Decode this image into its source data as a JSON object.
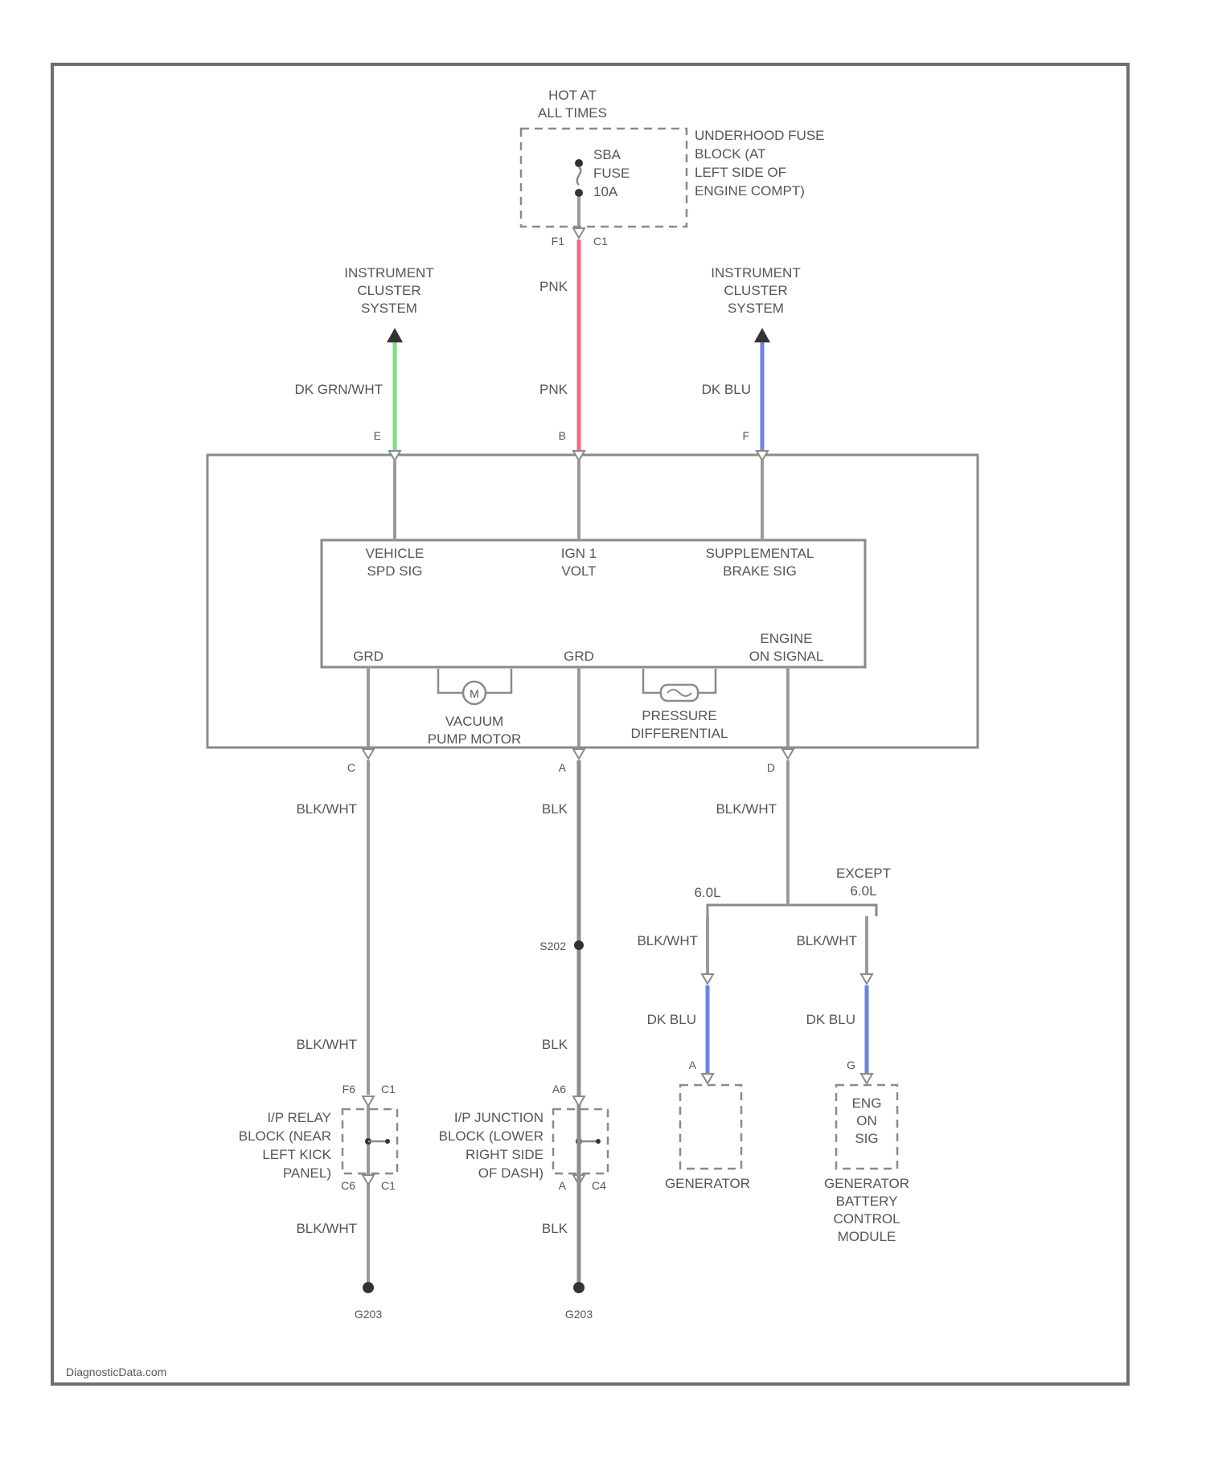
{
  "source": {
    "header_line1": "HOT AT",
    "header_line2": "ALL TIMES",
    "fuse_line1": "SBA",
    "fuse_line2": "FUSE",
    "fuse_line3": "10A",
    "block_line1": "UNDERHOOD FUSE",
    "block_line2": "BLOCK (AT",
    "block_line3": "LEFT SIDE OF",
    "block_line4": "ENGINE COMPT)",
    "pin_left": "F1",
    "pin_right": "C1"
  },
  "targets": {
    "left_line1": "INSTRUMENT",
    "left_line2": "CLUSTER",
    "left_line3": "SYSTEM",
    "right_line1": "INSTRUMENT",
    "right_line2": "CLUSTER",
    "right_line3": "SYSTEM"
  },
  "wires": {
    "pink_top": "PNK",
    "pink_mid": "PNK",
    "green": "DK GRN/WHT",
    "blue": "DK BLU",
    "left_main": "BLK/WHT",
    "center_main": "BLK",
    "right_main": "BLK/WHT",
    "branch_left": "BLK/WHT",
    "branch_right": "BLK/WHT",
    "branch_left_blue": "DK BLU",
    "branch_right_blue": "DK BLU",
    "left_low": "BLK/WHT",
    "center_low": "BLK",
    "left_bottom": "BLK/WHT",
    "center_bottom": "BLK"
  },
  "module": {
    "pin_e": "E",
    "pin_b": "B",
    "pin_f": "F",
    "pin_c": "C",
    "pin_a": "A",
    "pin_d": "D",
    "label1_line1": "VEHICLE",
    "label1_line2": "SPD SIG",
    "label2_line1": "IGN 1",
    "label2_line2": "VOLT",
    "label3_line1": "SUPPLEMENTAL",
    "label3_line2": "BRAKE SIG",
    "gnd1": "GRD",
    "gnd2": "GRD",
    "engine_line1": "ENGINE",
    "engine_line2": "ON SIGNAL",
    "motor_symbol": "M",
    "motor_line1": "VACUUM",
    "motor_line2": "PUMP MOTOR",
    "press_line1": "PRESSURE",
    "press_line2": "DIFFERENTIAL"
  },
  "branch": {
    "left_label": "6.0L",
    "right_line1": "EXCEPT",
    "right_line2": "6.0L"
  },
  "splice": {
    "label": "S202"
  },
  "left_junction": {
    "pin_top_left": "F6",
    "pin_top_right": "C1",
    "pin_bot_left": "C6",
    "pin_bot_right": "C1",
    "line1": "I/P RELAY",
    "line2": "BLOCK (NEAR",
    "line3": "LEFT KICK",
    "line4": "PANEL)"
  },
  "center_junction": {
    "pin_top": "A6",
    "pin_bot_left": "A",
    "pin_bot_right": "C4",
    "line1": "I/P JUNCTION",
    "line2": "BLOCK (LOWER",
    "line3": "RIGHT SIDE",
    "line4": "OF DASH)"
  },
  "generator": {
    "pin": "A",
    "label": "GENERATOR"
  },
  "gbcm": {
    "pin": "G",
    "inner1": "ENG",
    "inner2": "ON",
    "inner3": "SIG",
    "line1": "GENERATOR",
    "line2": "BATTERY",
    "line3": "CONTROL",
    "line4": "MODULE"
  },
  "grounds": {
    "left": "G203",
    "right": "G203"
  },
  "watermark": "DiagnosticData.com",
  "colors": {
    "pink_wire": "#f26a8a",
    "green_wire": "#7de07d",
    "blue_wire": "#6f82e0"
  }
}
